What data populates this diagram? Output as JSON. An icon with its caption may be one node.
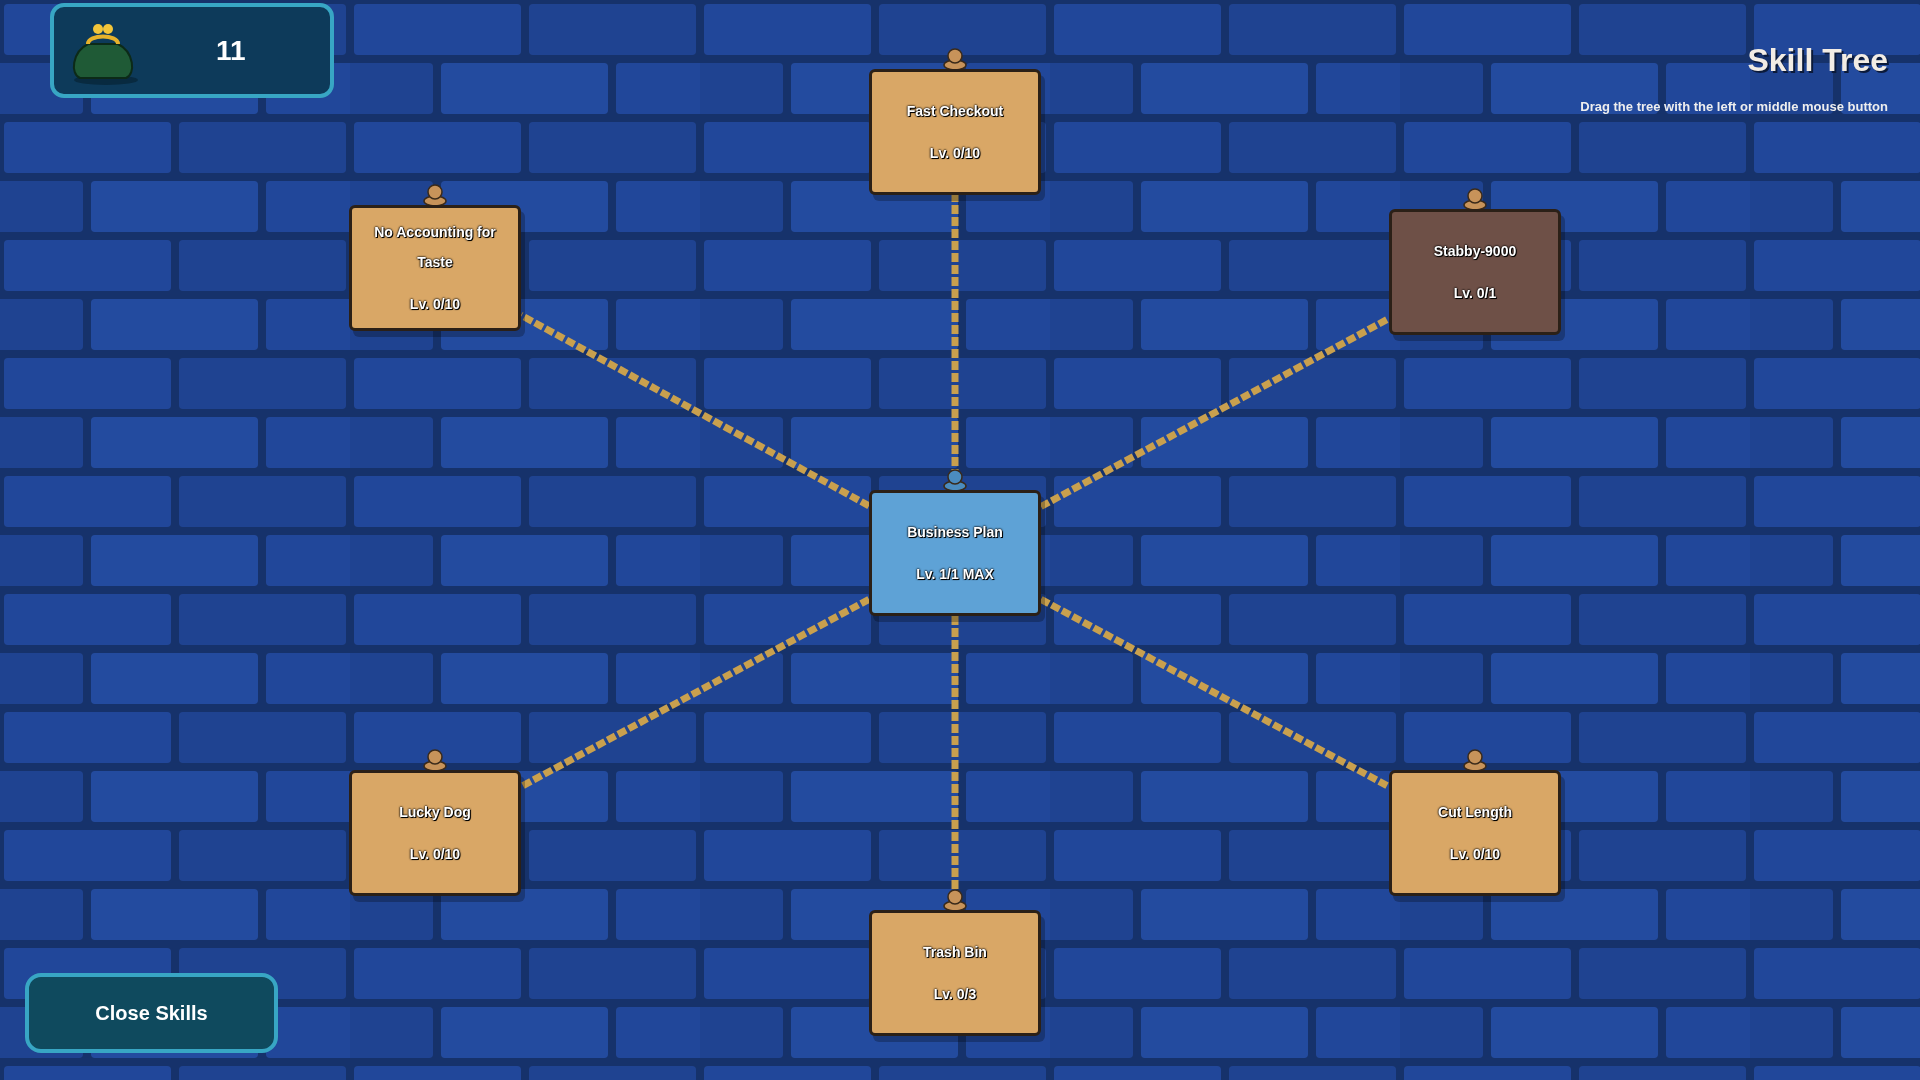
{
  "diagram": {
    "title": "Skill Tree",
    "nodes": [
      {
        "text": [
          "Fast Checkout",
          "Lv. 0/10"
        ]
      },
      {
        "text": [
          "No Accounting for Taste",
          "Lv. 0/10"
        ]
      },
      {
        "text": [
          "Stabby-9000",
          "Lv. 0/1"
        ]
      },
      {
        "text": [
          "Business Plan",
          "Lv. 1/1 MAX"
        ]
      },
      {
        "text": [
          "Lucky Dog",
          "Lv. 0/10"
        ]
      },
      {
        "text": [
          "Cut Length",
          "Lv. 0/10"
        ]
      },
      {
        "text": [
          "Trash Bin",
          "Lv. 0/3"
        ]
      }
    ],
    "edges": [
      {
        "from": 3,
        "to": 0,
        "arrow": "none"
      },
      {
        "from": 3,
        "to": 1,
        "arrow": "none"
      },
      {
        "from": 3,
        "to": 2,
        "arrow": "none"
      },
      {
        "from": 3,
        "to": 4,
        "arrow": "none"
      },
      {
        "from": 3,
        "to": 5,
        "arrow": "none"
      },
      {
        "from": 3,
        "to": 6,
        "arrow": "none"
      }
    ],
    "labels": [
      "11",
      "Drag the tree with the left or middle mouse button",
      "Close Skills"
    ]
  }
}
